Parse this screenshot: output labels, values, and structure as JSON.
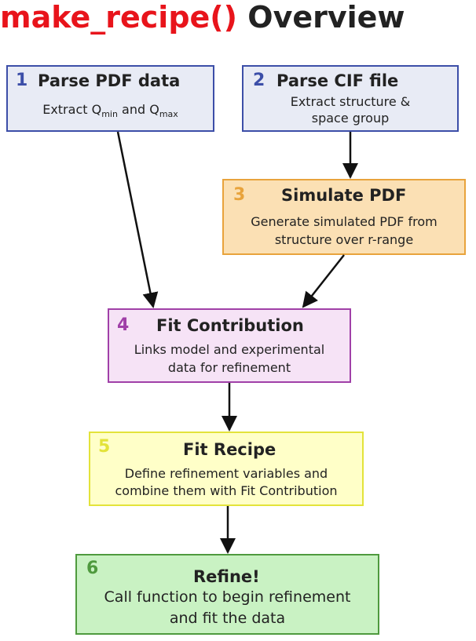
{
  "title": {
    "function_name": "make_recipe()",
    "rest": "Overview"
  },
  "colors": {
    "title_red": "#e8141b",
    "step1": "#3c4ea8",
    "step1_fill": "#e8ebf5",
    "step2": "#3c4ea8",
    "step2_fill": "#e8ebf5",
    "step3": "#e8a33c",
    "step3_fill": "#fbe0b4",
    "step4": "#a040a8",
    "step4_fill": "#f6e3f6",
    "step5": "#e3e33a",
    "step5_fill": "#ffffc8",
    "step6": "#4f9a3e",
    "step6_fill": "#c9f2c3"
  },
  "steps": [
    {
      "number": "1",
      "heading": "Parse PDF data",
      "desc": {
        "prefix": "Extract Q",
        "sub1": "min",
        "middle": " and Q",
        "sub2": "max"
      }
    },
    {
      "number": "2",
      "heading": "Parse CIF file",
      "desc_lines": [
        "Extract structure &",
        "space group"
      ]
    },
    {
      "number": "3",
      "heading": "Simulate PDF",
      "desc_lines": [
        "Generate simulated PDF from",
        "structure over r-range"
      ]
    },
    {
      "number": "4",
      "heading": "Fit Contribution",
      "desc_lines": [
        "Links model and experimental",
        "data for refinement"
      ]
    },
    {
      "number": "5",
      "heading": "Fit Recipe",
      "desc_lines": [
        "Define refinement variables and",
        "combine them with Fit Contribution"
      ]
    },
    {
      "number": "6",
      "heading": "Refine!",
      "desc_lines": [
        "Call function to begin refinement",
        "and fit the data"
      ]
    }
  ]
}
